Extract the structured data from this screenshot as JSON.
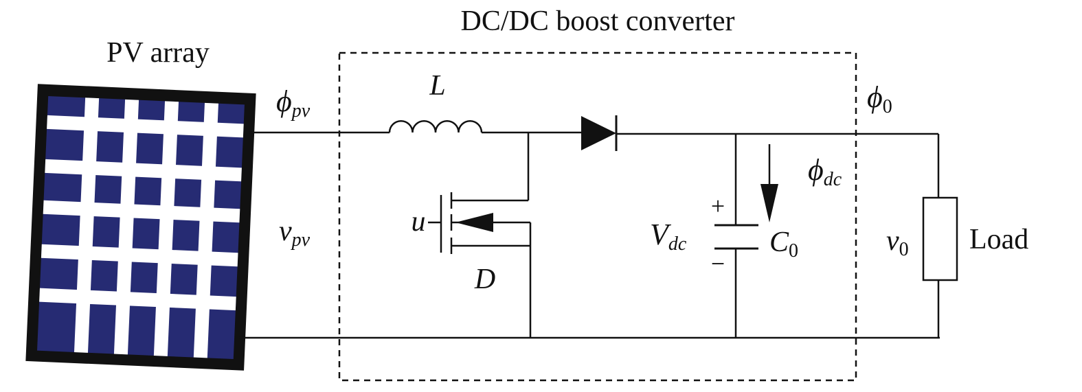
{
  "diagram": {
    "title": "DC/DC boost converter",
    "pv_label": "PV array",
    "load_label": "Load",
    "symbols": {
      "phi_pv": {
        "base": "ϕ",
        "sub": "pv"
      },
      "phi_0": {
        "base": "ϕ",
        "sub": "0"
      },
      "phi_dc": {
        "base": "ϕ",
        "sub": "dc"
      },
      "v_pv": {
        "base": "v",
        "sub": "pv"
      },
      "v_0": {
        "base": "v",
        "sub": "0"
      },
      "V_dc": {
        "base": "V",
        "sub": "dc"
      },
      "C_0": {
        "base": "C",
        "sub": "0"
      },
      "L": "L",
      "u": "u",
      "D": "D",
      "plus": "+",
      "minus": "−"
    },
    "colors": {
      "panel_frame": "#111111",
      "panel_cell": "#262b73",
      "wire": "#111111"
    }
  }
}
